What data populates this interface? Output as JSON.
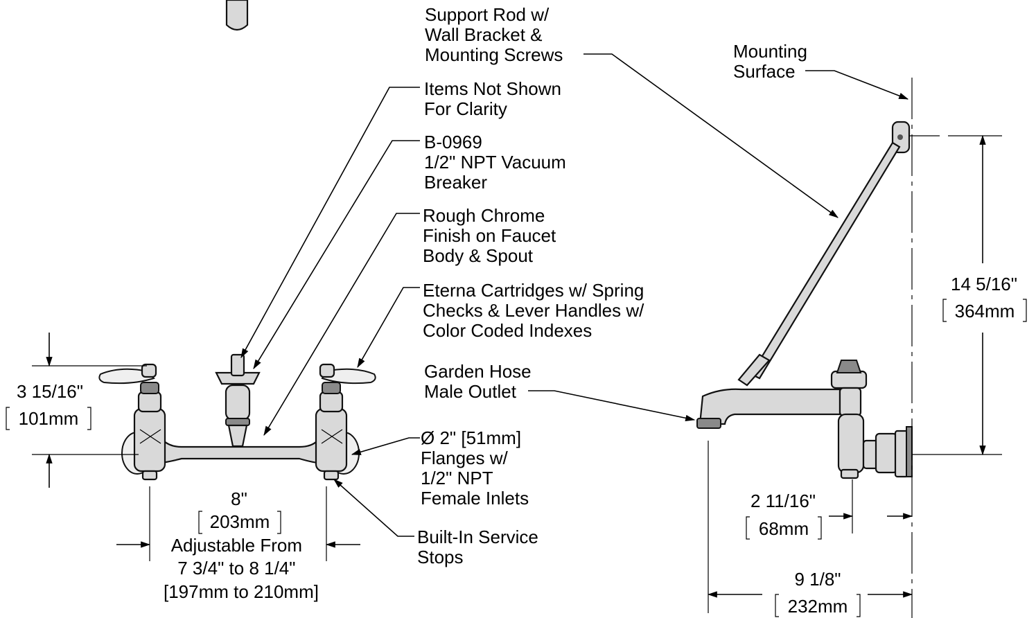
{
  "callouts": {
    "support_rod": [
      "Support Rod w/",
      "Wall Bracket &",
      "Mounting Screws"
    ],
    "mounting_surface": [
      "Mounting",
      "Surface"
    ],
    "items_not_shown": [
      "Items Not Shown",
      "For Clarity"
    ],
    "vacuum_breaker": [
      "B-0969",
      "1/2\" NPT Vacuum",
      "Breaker"
    ],
    "finish": [
      "Rough Chrome",
      "Finish on Faucet",
      "Body & Spout"
    ],
    "cartridges": [
      "Eterna Cartridges w/ Spring",
      "Checks & Lever Handles w/",
      "Color Coded Indexes"
    ],
    "hose_outlet": [
      "Garden Hose",
      "Male Outlet"
    ],
    "flanges": [
      "Ø 2\" [51mm]",
      "Flanges w/",
      "1/2\" NPT",
      "Female Inlets"
    ],
    "service_stops": [
      "Built-In Service",
      "Stops"
    ]
  },
  "dimensions": {
    "height_left": {
      "imperial": "3 15/16\"",
      "metric": "101mm"
    },
    "centers": {
      "imperial": "8\"",
      "metric": "203mm",
      "note": [
        "Adjustable From",
        "7 3/4\" to 8 1/4\"",
        "[197mm to 210mm]"
      ]
    },
    "height_right": {
      "imperial": "14 5/16\"",
      "metric": "364mm"
    },
    "flange_offset": {
      "imperial": "2 11/16\"",
      "metric": "68mm"
    },
    "spout_reach": {
      "imperial": "9 1/8\"",
      "metric": "232mm"
    }
  }
}
